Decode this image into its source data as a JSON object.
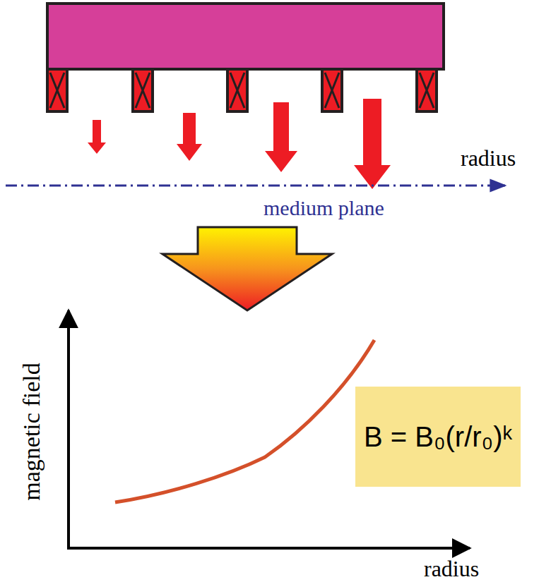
{
  "diagram": {
    "nodes": [
      {
        "text": [
          "B = B₀(r/r₀)ᵏ"
        ]
      }
    ],
    "labels": [
      "radius",
      "medium plane",
      "magnetic field",
      "radius"
    ]
  }
}
